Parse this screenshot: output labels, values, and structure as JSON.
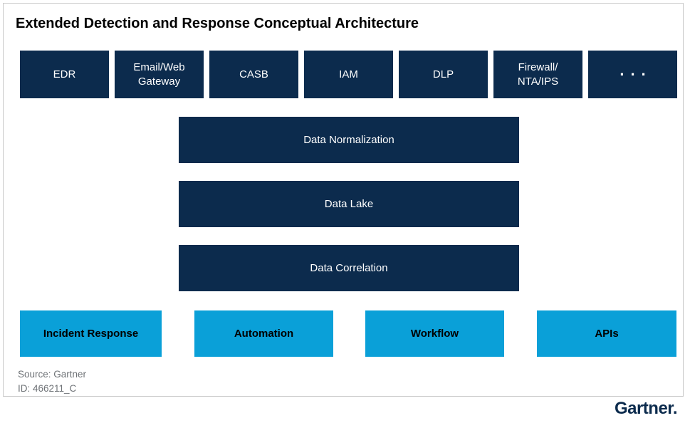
{
  "title": "Extended Detection and Response Conceptual Architecture",
  "colors": {
    "navy": "#0c2b4d",
    "light_blue": "#0aa0d8",
    "panel_border": "#c8c8c8",
    "footer_text": "#6f7377",
    "title_text": "#000000",
    "source_box_text": "#ffffff",
    "capability_box_text": "#000000"
  },
  "security_tools": {
    "edr": "EDR",
    "email_web_gateway": "Email/Web\nGateway",
    "casb": "CASB",
    "iam": "IAM",
    "dlp": "DLP",
    "firewall_nta_ips": "Firewall/\nNTA/IPS",
    "more": "..."
  },
  "pipeline": {
    "normalization": "Data Normalization",
    "lake": "Data Lake",
    "correlation": "Data Correlation"
  },
  "capabilities": {
    "incident_response": "Incident Response",
    "automation": "Automation",
    "workflow": "Workflow",
    "apis": "APIs"
  },
  "footer": {
    "source": "Source: Gartner",
    "id": "ID: 466211_C"
  },
  "logo_text": "Gartner."
}
